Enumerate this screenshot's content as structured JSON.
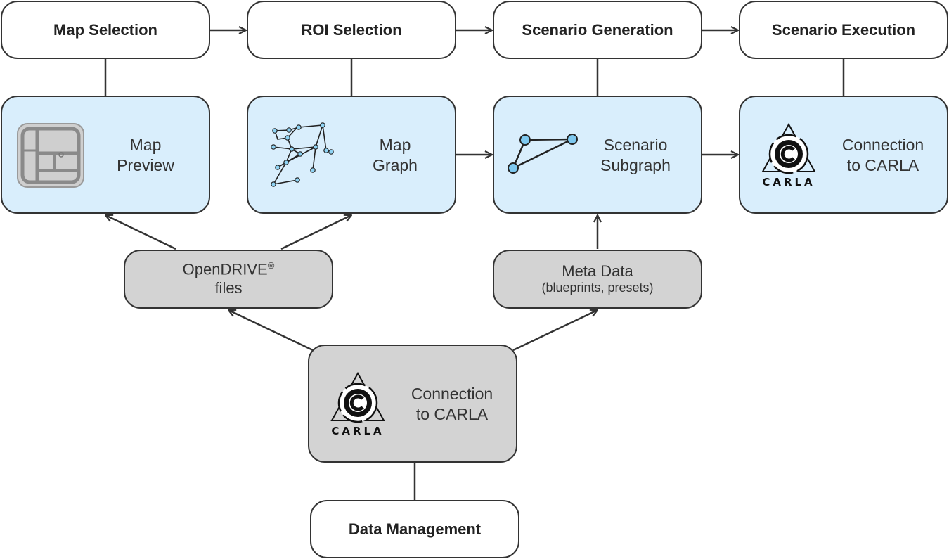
{
  "stages": {
    "map_selection": "Map Selection",
    "roi_selection": "ROI Selection",
    "scenario_generation": "Scenario Generation",
    "scenario_execution": "Scenario Execution",
    "data_management": "Data Management"
  },
  "modules": {
    "map_preview": [
      "Map",
      "Preview"
    ],
    "map_graph": [
      "Map",
      "Graph"
    ],
    "scenario_subgraph": [
      "Scenario",
      "Subgraph"
    ],
    "execution_connection": [
      "Connection",
      "to CARLA"
    ],
    "data_connection": [
      "Connection",
      "to CARLA"
    ]
  },
  "data_sources": {
    "opendrive": {
      "name": "OpenDRIVE",
      "mark": "®",
      "line2": "files"
    },
    "meta_data": {
      "line1": "Meta Data",
      "line2": "(blueprints, presets)"
    }
  },
  "logo_text": "CARLA",
  "colors": {
    "module_fill": "#d9eefc",
    "data_fill": "#d3d3d3",
    "stage_fill": "#ffffff",
    "stroke": "#333333",
    "node_fill": "#7ec8ef"
  },
  "icons": {
    "map_preview": "map-preview-icon",
    "map_graph": "graph-icon",
    "scenario_subgraph": "subgraph-icon",
    "carla_logo": "carla-logo-icon"
  }
}
